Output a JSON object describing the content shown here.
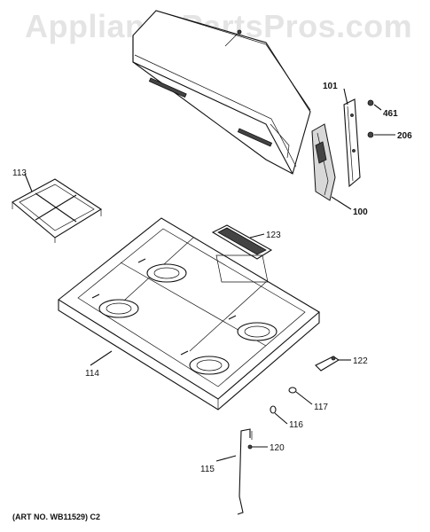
{
  "watermark": "AppliancePartsPros.com",
  "art_number": "(ART NO. WB11529) C2",
  "callouts": {
    "backsplash_trim": "101",
    "screw_461": "461",
    "screw_206": "206",
    "end_cap": "100",
    "grate": "113",
    "vent_grille": "123",
    "cooktop": "114",
    "bracket": "122",
    "part_117": "117",
    "part_116": "116",
    "part_120": "120",
    "rod": "115"
  }
}
